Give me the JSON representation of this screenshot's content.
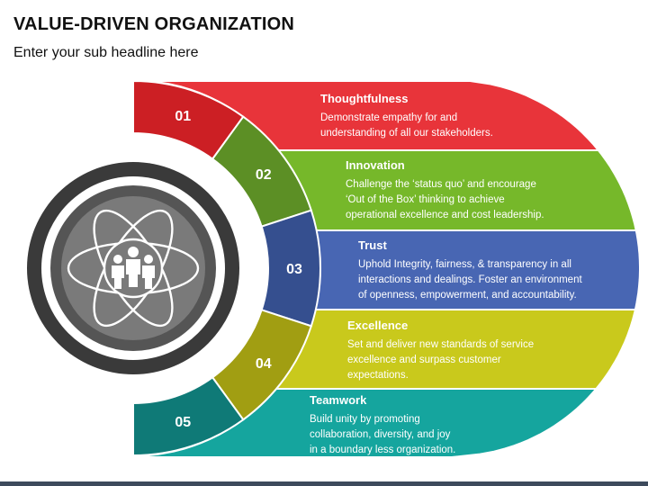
{
  "title": "VALUE-DRIVEN ORGANIZATION",
  "subtitle": "Enter your sub headline here",
  "icon": "people-atom-icon",
  "items": [
    {
      "number": "01",
      "heading": "Thoughtfulness",
      "lines": [
        "Demonstrate empathy for and",
        "understanding of all our stakeholders."
      ],
      "color": "#e8343a",
      "seg_color": "#cc1f24"
    },
    {
      "number": "02",
      "heading": "Innovation",
      "lines": [
        "Challenge the ‘status quo’ and encourage",
        "‘Out of the Box’ thinking to achieve",
        "operational excellence and cost leadership."
      ],
      "color": "#76b82a",
      "seg_color": "#5c8f25"
    },
    {
      "number": "03",
      "heading": "Trust",
      "lines": [
        "Uphold Integrity, fairness, & transparency in all",
        "interactions and dealings. Foster an environment",
        "of openness, empowerment, and accountability."
      ],
      "color": "#4866b3",
      "seg_color": "#354f8f"
    },
    {
      "number": "04",
      "heading": "Excellence",
      "lines": [
        "Set and deliver new standards of service",
        "excellence and surpass customer",
        "expectations."
      ],
      "color": "#c9c91c",
      "seg_color": "#a19e12"
    },
    {
      "number": "05",
      "heading": "Teamwork",
      "lines": [
        "Build unity by promoting",
        "collaboration, diversity, and joy",
        "in a boundary less organization."
      ],
      "color": "#15a59e",
      "seg_color": "#0f7a77"
    }
  ]
}
